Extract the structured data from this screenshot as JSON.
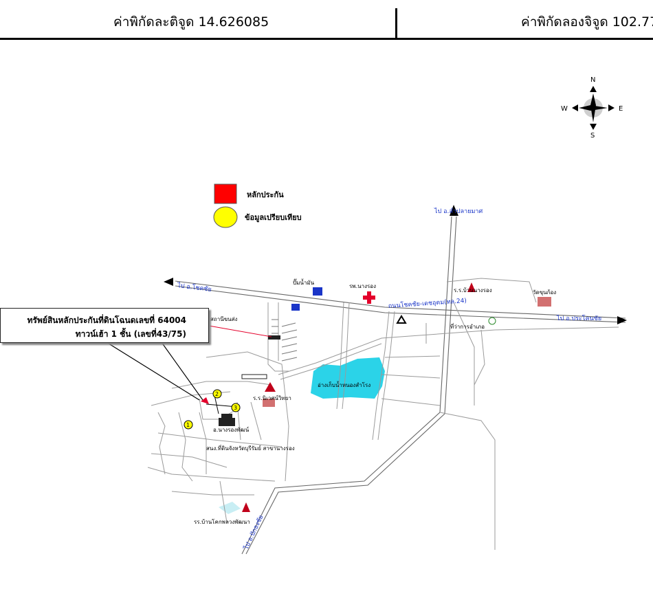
{
  "header": {
    "latitude": "ค่าพิกัดละติจูด 14.626085",
    "longitude": "ค่าพิกัดลองจิจูด 102.77"
  },
  "compass": {
    "n": "N",
    "s": "S",
    "e": "E",
    "w": "W"
  },
  "legend": {
    "collateral": "หลักประกัน",
    "comparison": "ข้อมูลเปรียบเทียบ",
    "collateral_color": "#ff0000",
    "comparison_color": "#ffff00"
  },
  "callout": {
    "line1": "ทรัพย์สินหลักประกันที่ดินโฉนดเลขที่ 64004",
    "line2": "ทาวน์เฮ้า 1 ชั้น (เลขที่43/75)"
  },
  "roads": {
    "to_chok_chai": "ไป อ.โชคชัย",
    "to_lam_plai_mat": "ไป อ.ลำปลายมาศ",
    "to_prakhon_chai": "ไป อ.ประโคนชัย",
    "chok_chai_det_udom": "ถนนโชคชัย-เดชอุดม(ทล.24)",
    "to_south": "ไป อ.ปักธงชัย"
  },
  "places": {
    "bus_station": "สถานีขนส่ง",
    "hospital": "รพ.นางรอง",
    "gas_station": "ปั๊มน้ำมัน",
    "school1": "ร.ร.บ้านนางรอง",
    "temple": "วัดขุนก้อง",
    "district_office": "อ.นางรองพัฒน์",
    "land_office": "สนง.ที่ดินจังหวัดบุรีรัมย์ สาขานางรอง",
    "school2": "ร.ร.นิเวศน์วิทยา",
    "lake": "อ่างเก็บน้ำหนองสำโรง",
    "school3": "รร.บ้านโคกพลวงพัฒนา",
    "market": "ที่ว่าการอำเภอ"
  },
  "markers": [
    "1",
    "2",
    "3"
  ]
}
